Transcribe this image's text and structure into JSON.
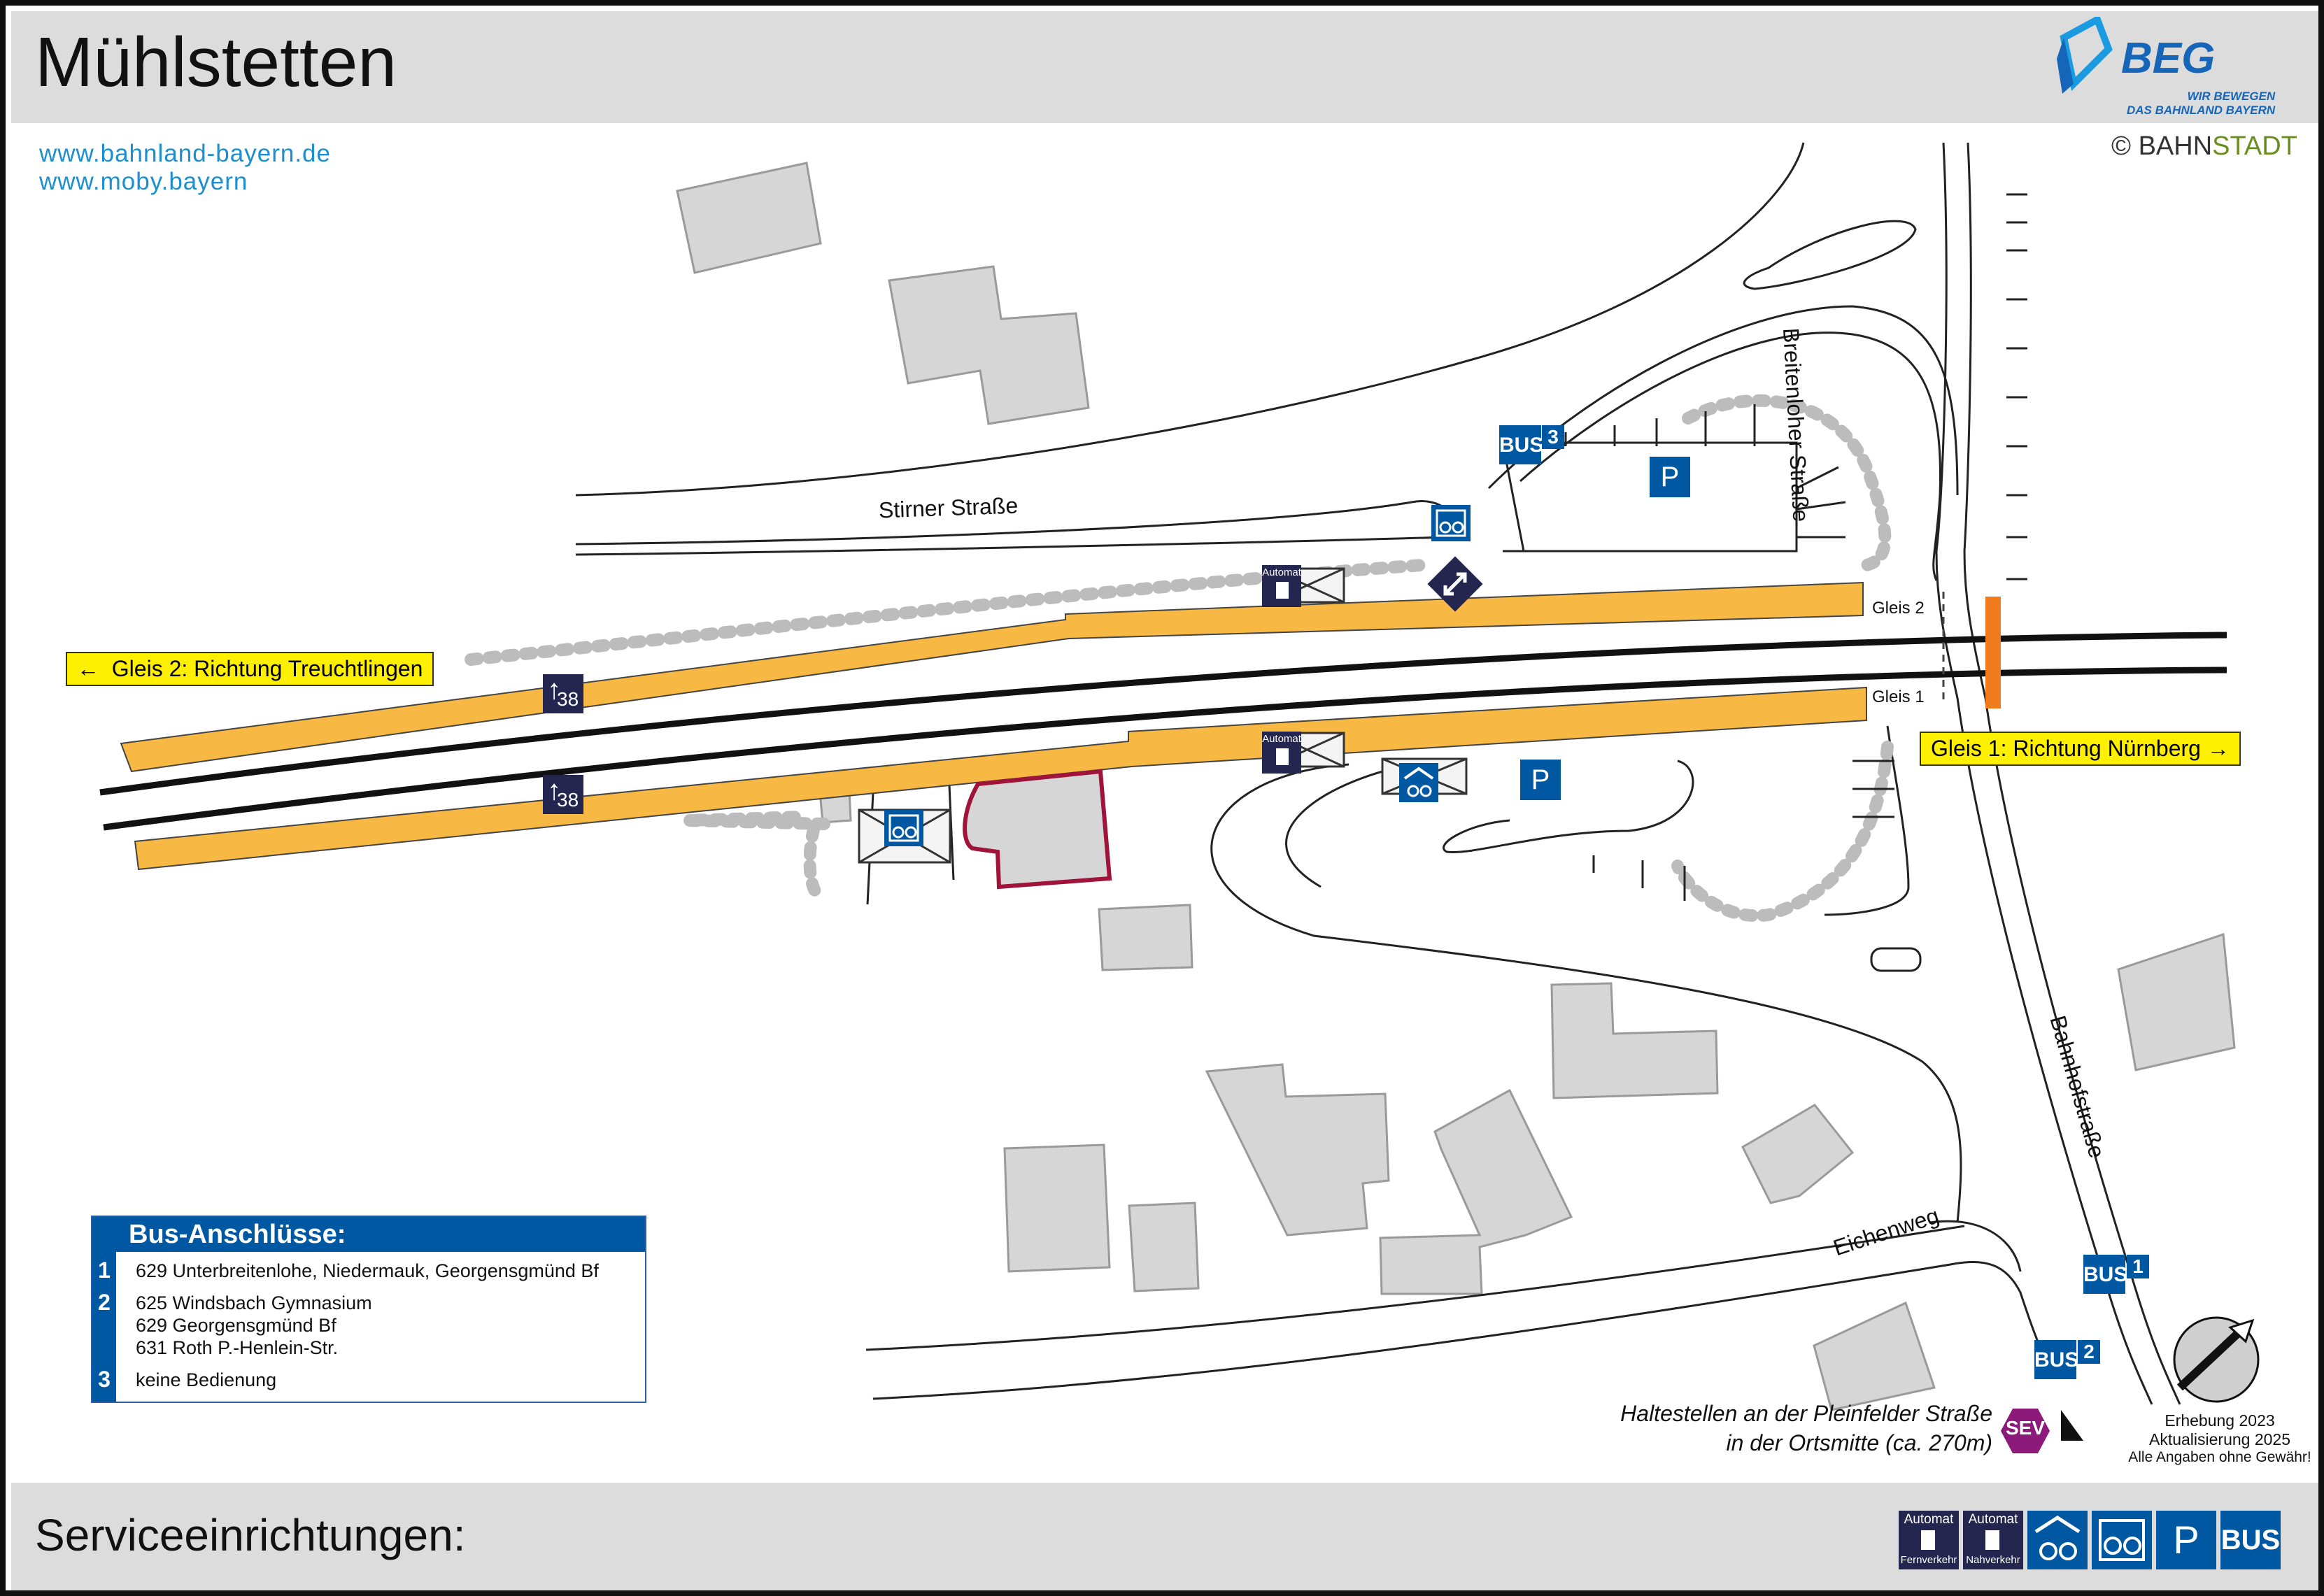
{
  "title": "Mühlstetten",
  "links": [
    "www.bahnland-bayern.de",
    "www.moby.bayern"
  ],
  "copyright": {
    "symbol": "©",
    "bahn": "BAHN",
    "stadt": "STADT"
  },
  "logo": {
    "name": "BEG",
    "tagline1": "WIR BEWEGEN",
    "tagline2": "DAS BAHNLAND BAYERN"
  },
  "streets": {
    "stirner": "Stirner Straße",
    "breitenloher": "Breitenloher Straße",
    "bahnhof": "Bahnhofstraße",
    "eichenweg": "Eichenweg"
  },
  "tracks": {
    "gleis2": "Gleis 2",
    "gleis1": "Gleis 1",
    "dir_gleis2": "Gleis 2: Richtung Treuchtlingen",
    "dir_gleis1": "Gleis 1: Richtung Nürnberg"
  },
  "symbols": {
    "automat": "Automat",
    "bus": "BUS",
    "parking": "P",
    "sev": "SEV",
    "track_ref": "38",
    "stop_numbers": [
      "1",
      "2",
      "3"
    ]
  },
  "bus_connections": {
    "heading": "Bus-Anschlüsse:",
    "rows": [
      {
        "number": "1",
        "lines": [
          "629 Unterbreitenlohe, Niedermauk, Georgensgmünd Bf"
        ]
      },
      {
        "number": "2",
        "lines": [
          "625 Windsbach Gymnasium",
          "629 Georgensgmünd Bf",
          "631 Roth P.-Henlein-Str."
        ]
      },
      {
        "number": "3",
        "lines": [
          "keine Bedienung"
        ]
      }
    ]
  },
  "sev_note": {
    "line1": "Haltestellen an der Pleinfelder Straße",
    "line2": "in der Ortsmitte (ca. 270m)"
  },
  "survey": {
    "line1": "Erhebung 2023",
    "line2": "Aktualisierung 2025",
    "line3": "Alle Angaben ohne Gewähr!"
  },
  "compass": "N",
  "footer": {
    "label": "Serviceeinrichtungen:",
    "legend": [
      {
        "top": "Automat",
        "bottom": "Fernverkehr"
      },
      {
        "top": "Automat",
        "bottom": "Nahverkehr"
      },
      {
        "top": "",
        "bottom": ""
      },
      {
        "top": "",
        "bottom": ""
      },
      {
        "top": "P",
        "bottom": ""
      },
      {
        "top": "BUS",
        "bottom": ""
      }
    ]
  },
  "colors": {
    "platform": "#f7b944",
    "sign_blue": "#0058a3",
    "dark_navy": "#25264f",
    "building": "#d6d6d6",
    "station_outline": "#a0133a",
    "sev": "#8b1a7a",
    "crossing": "#f07c1e",
    "label_yellow": "#ffef00"
  }
}
